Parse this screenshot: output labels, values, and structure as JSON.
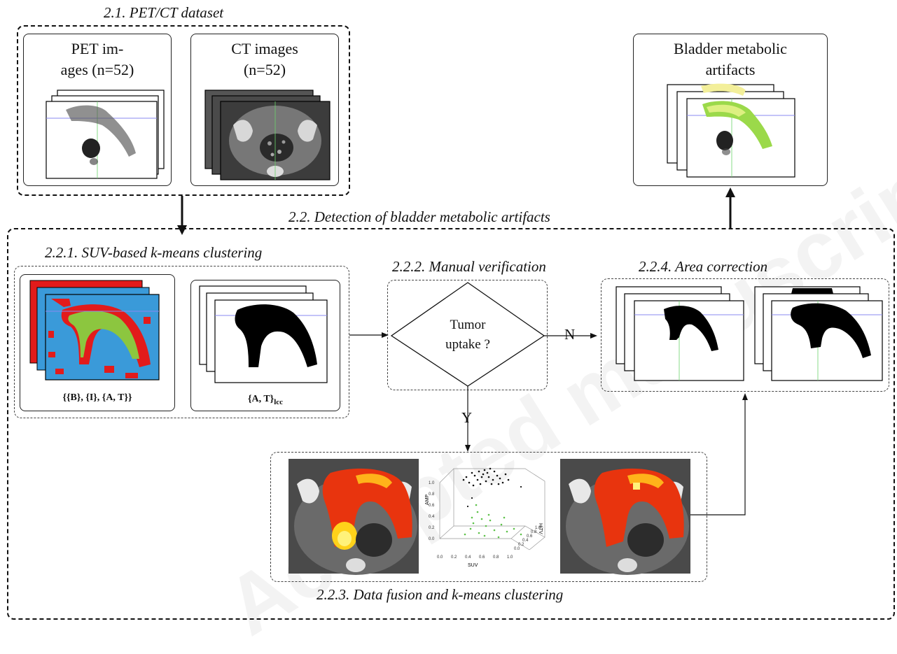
{
  "sections": {
    "dataset": "2.1. PET/CT dataset",
    "detection": "2.2. Detection of bladder metabolic artifacts",
    "clustering": "2.2.1. SUV-based k-means clustering",
    "verification": "2.2.2. Manual verification",
    "fusion": "2.2.3. Data fusion and k-means clustering",
    "area": "2.2.4. Area correction"
  },
  "panels": {
    "pet": "PET im-\nages (n=52)",
    "ct": "CT images\n(n=52)",
    "output": "Bladder metabolic\nartifacts"
  },
  "captions": {
    "clusters_text": "{{B}, {I}, {A, T}}",
    "lcc_text": "{A, T}",
    "lcc_sub": "lcc"
  },
  "decision": {
    "text": "Tumor\nuptake ?",
    "no": "N",
    "yes": "Y"
  },
  "scatter": {
    "zlabel": "AMP",
    "xlabel": "SUV",
    "ylabel": "HiTV",
    "zticks": [
      "0.0",
      "0.2",
      "0.4",
      "0.6",
      "0.8",
      "1.0"
    ],
    "xticks": [
      "0.0",
      "0.2",
      "0.4",
      "0.6",
      "0.8",
      "1.0"
    ],
    "yticks": [
      "0.0",
      "0.2",
      "0.4",
      "0.6",
      "0.8",
      "1.0"
    ]
  },
  "watermark": "Accepted manuscript",
  "colors": {
    "cluster_blue": "#3a9ad9",
    "cluster_red": "#e21b1b",
    "cluster_green": "#8cc63f",
    "artifact_green": "#9bd94a",
    "heat_red": "#e8340e",
    "heat_yellow": "#ffd21a"
  }
}
